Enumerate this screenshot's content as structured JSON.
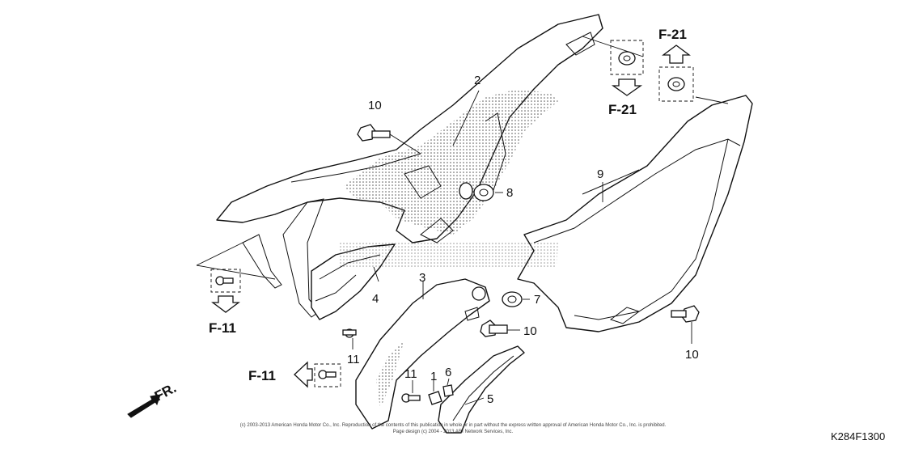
{
  "diagram": {
    "part_numbers": {
      "p1": "1",
      "p2": "2",
      "p3": "3",
      "p4": "4",
      "p5": "5",
      "p6": "6",
      "p7": "7",
      "p8": "8",
      "p9": "9",
      "p10_top": "10",
      "p10_mid": "10",
      "p10_right": "10",
      "p11_mid": "11",
      "p11_low": "11"
    },
    "references": {
      "f21_upper": "F-21",
      "f21_lower": "F-21",
      "f11_left": "F-11",
      "f11_mid": "F-11"
    },
    "direction_label": "FR.",
    "diagram_code": "K284F1300",
    "copyright_line1": "(c) 2003-2013 American Honda Motor Co., Inc. Reproduction of the contents of this publication in whole or in part without the express written approval of American Honda Motor Co., Inc. is prohibited.",
    "copyright_line2": "Page design (c) 2004 - 2013 ARI Network Services, Inc."
  }
}
